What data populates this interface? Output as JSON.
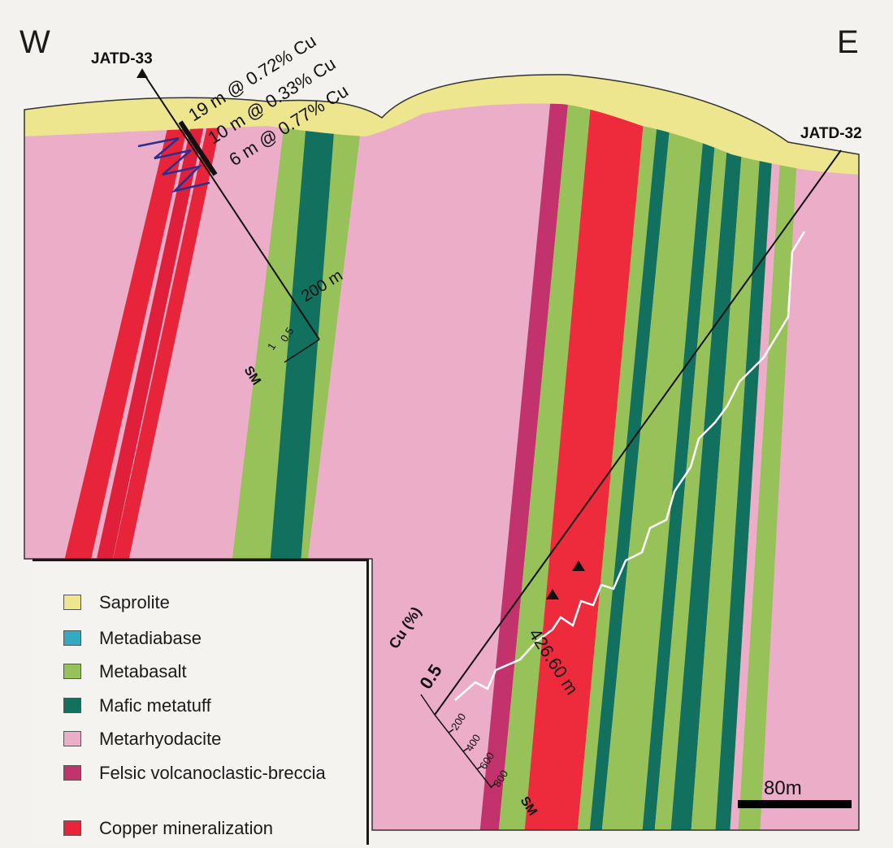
{
  "directions": {
    "west": "W",
    "east": "E"
  },
  "drillholes": {
    "jatd33": {
      "name": "JATD-33",
      "intercepts": [
        "19 m @ 0.72% Cu",
        "10 m @ 0.33% Cu",
        "6 m @ 0.77% Cu"
      ],
      "depth_label": "200 m",
      "scale_ticks": [
        "0.5",
        "1"
      ],
      "scale_label": "SM"
    },
    "jatd32": {
      "name": "JATD-32",
      "depth_label": "426.60 m",
      "cu_axis_title": "Cu (%)",
      "cu_tick": "0.5",
      "sm_ticks": [
        "200",
        "400",
        "600",
        "800"
      ],
      "scale_label": "SM"
    }
  },
  "scale_bar": {
    "label": "80m"
  },
  "legend": [
    {
      "label": "Saprolite",
      "color": "#ede68e"
    },
    {
      "label": "Metadiabase",
      "color": "#34a9c4"
    },
    {
      "label": "Metabasalt",
      "color": "#97c259"
    },
    {
      "label": "Mafic metatuff",
      "color": "#11705e"
    },
    {
      "label": "Metarhyodacite",
      "color": "#ecadc8"
    },
    {
      "label": "Felsic volcanoclastic-breccia",
      "color": "#c2336e"
    },
    {
      "label": "Copper mineralization",
      "color": "#e8243a"
    }
  ]
}
